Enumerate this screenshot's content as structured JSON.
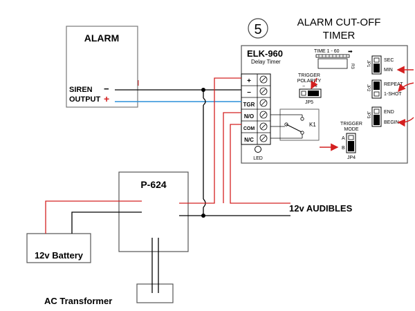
{
  "step_number": "5",
  "title": {
    "line1": "ALARM CUT-OFF",
    "line2": "TIMER"
  },
  "alarm": {
    "heading": "ALARM",
    "siren_label": "SIREN",
    "output_label": "OUTPUT",
    "minus": "−",
    "plus": "+"
  },
  "timer": {
    "model": "ELK-960",
    "subtitle": "Delay Timer",
    "time_range": "TIME 1 - 60",
    "pot_label": "R3",
    "terminals": [
      "+",
      "−",
      "TGR",
      "N/O",
      "COM",
      "N/C"
    ],
    "trigger_polarity": {
      "line1": "TRIGGER",
      "line2": "POLARITY",
      "minus": "−",
      "plus": "+",
      "jumper": "JP5"
    },
    "relay": "K1",
    "led": "LED",
    "trigger_mode": {
      "line1": "TRIGGER",
      "line2": "MODE",
      "a": "A",
      "b": "B",
      "jumper": "JP4"
    },
    "jp1": {
      "id": "JP1",
      "top": "SEC",
      "bottom": "MIN"
    },
    "jp2": {
      "id": "JP2",
      "top": "REPEAT",
      "bottom": "1-SHOT"
    },
    "jp3": {
      "id": "JP3",
      "top": "END",
      "bottom": "BEGIN"
    }
  },
  "power_supply": {
    "label": "P-624"
  },
  "battery": {
    "label": "12v Battery"
  },
  "transformer": {
    "label": "AC Transformer"
  },
  "audibles": {
    "label": "12v AUDIBLES"
  },
  "colors": {
    "wire_red": "#d42020",
    "wire_blue": "#2a8fd8",
    "wire_black": "#000000",
    "arrow_red": "#d42020"
  }
}
